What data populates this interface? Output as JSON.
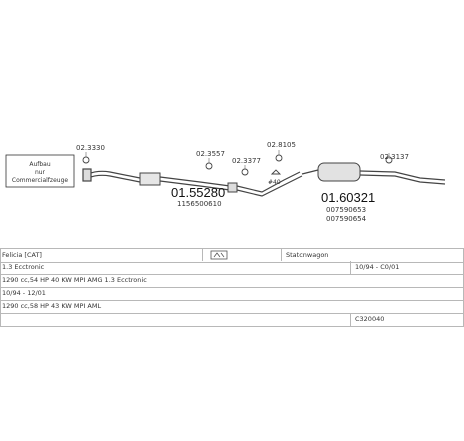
{
  "diagram": {
    "legend_box": {
      "line1": "Aufbau",
      "line2": "nur",
      "line3": "Commercialfzeuge"
    },
    "callouts": [
      {
        "id": "c1",
        "code": "02.3330"
      },
      {
        "id": "c2",
        "code": "02.3557"
      },
      {
        "id": "c3",
        "code": "02.3377"
      },
      {
        "id": "c4",
        "code": "02.8105"
      },
      {
        "id": "c5",
        "code": "02.3137"
      },
      {
        "id": "c6",
        "code": "#40"
      }
    ],
    "part_main_1": {
      "number": "01.55280",
      "oe": "1156500610"
    },
    "part_main_2": {
      "number": "01.60321",
      "oe1": "007590653",
      "oe2": "007590654"
    }
  },
  "table": {
    "rows": [
      {
        "col1": "Felicia  [CAT]",
        "col2": "Statcnwagon",
        "col3": ""
      },
      {
        "col1": "1.3 Ecctronic",
        "col2": "",
        "col3": "10/94 - C0/01"
      },
      {
        "col1": "1290 cc,54 HP 40 KW MPI AMG  1.3 Ecctronic",
        "col2": "",
        "col3": ""
      },
      {
        "col1": "10/94 - 12/01",
        "col2": "",
        "col3": ""
      },
      {
        "col1": "1290 cc,58 HP 43 KW MPI AML",
        "col2": "",
        "col3": ""
      },
      {
        "col1": "",
        "col2": "",
        "col3": "C320040"
      }
    ]
  }
}
